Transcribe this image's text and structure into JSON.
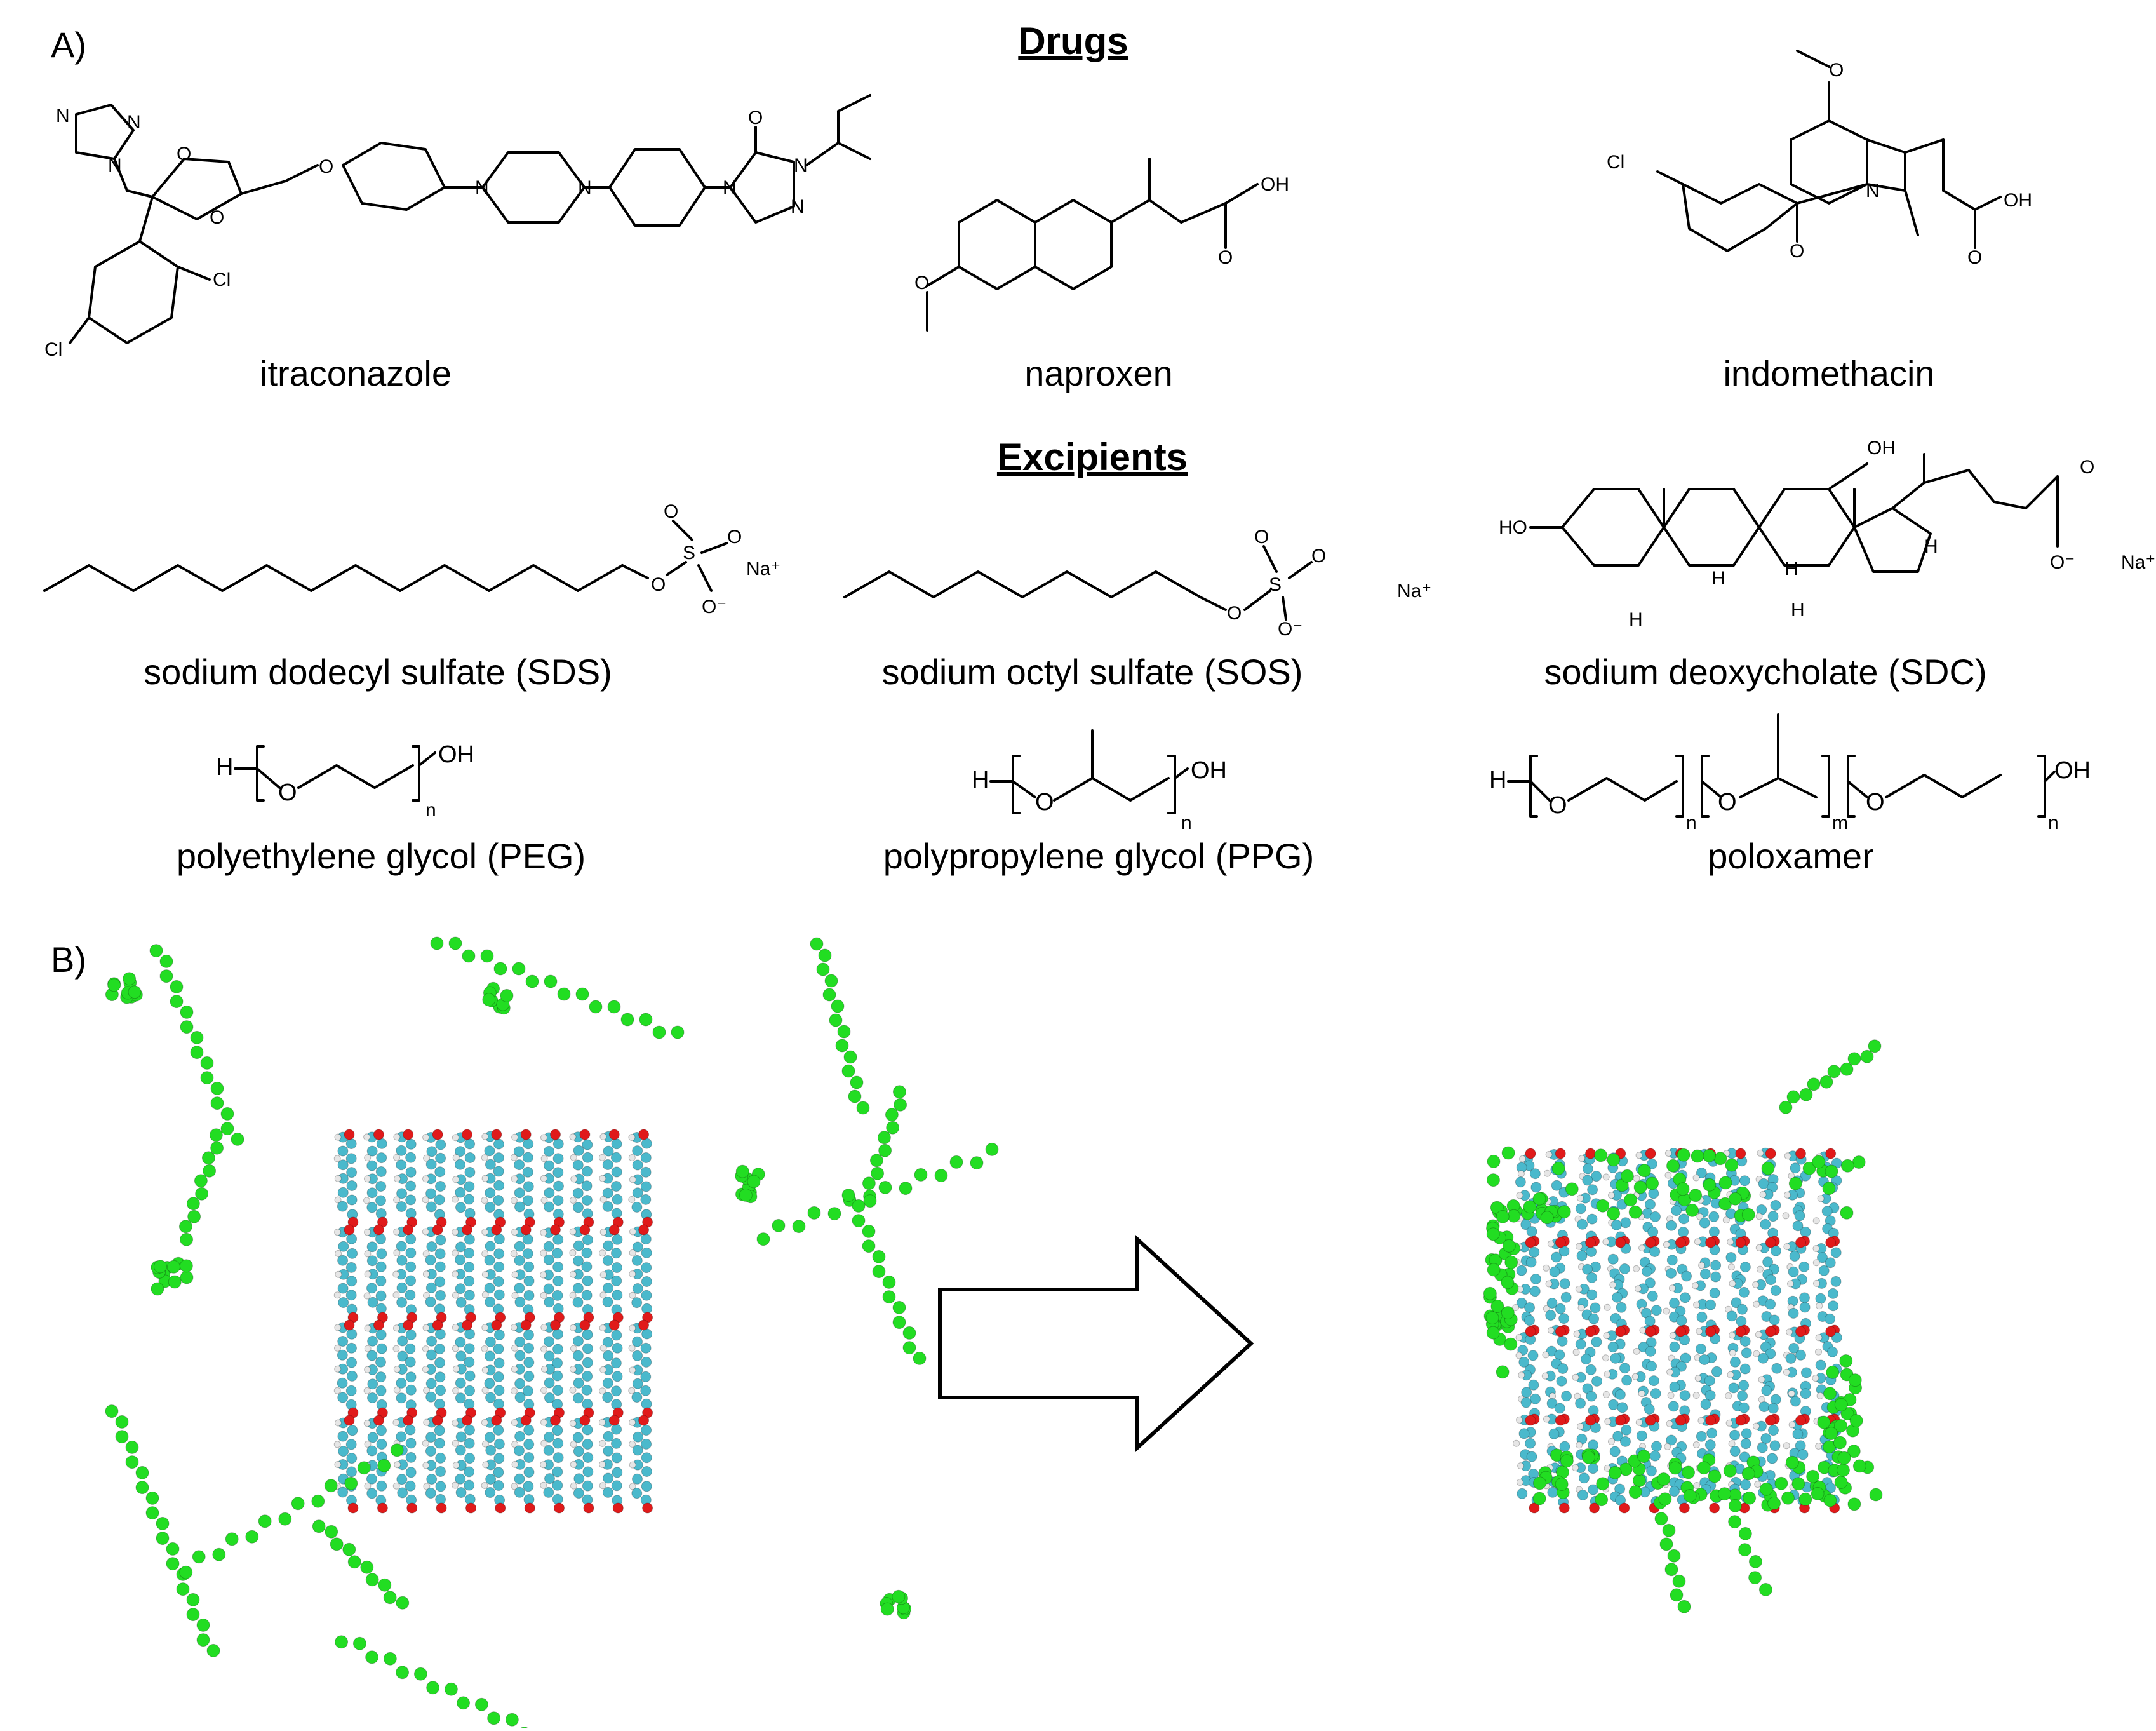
{
  "panels": {
    "a": "A)",
    "b": "B)"
  },
  "headings": {
    "drugs": "Drugs",
    "excipients": "Excipients"
  },
  "drugs": [
    {
      "name": "itraconazole"
    },
    {
      "name": "naproxen"
    },
    {
      "name": "indomethacin"
    }
  ],
  "excipients": [
    {
      "name": "sodium dodecyl sulfate (SDS)"
    },
    {
      "name": "sodium octyl sulfate (SOS)"
    },
    {
      "name": "sodium deoxycholate (SDC)"
    },
    {
      "name": "polyethylene glycol (PEG)"
    },
    {
      "name": "polypropylene glycol (PPG)"
    },
    {
      "name": "poloxamer"
    }
  ],
  "atom_labels": {
    "n": "N",
    "o": "O",
    "cl": "Cl",
    "oh": "OH",
    "h": "H",
    "s": "S",
    "o_minus": "O⁻",
    "na_plus": "Na⁺",
    "ho": "HO",
    "sub_n": "n",
    "sub_m": "m"
  },
  "colors": {
    "carbon": "#4ab9cc",
    "oxygen": "#e01a1a",
    "hydrogen": "#e6e6e6",
    "excipient": "#22dd22",
    "ink": "#000000"
  }
}
